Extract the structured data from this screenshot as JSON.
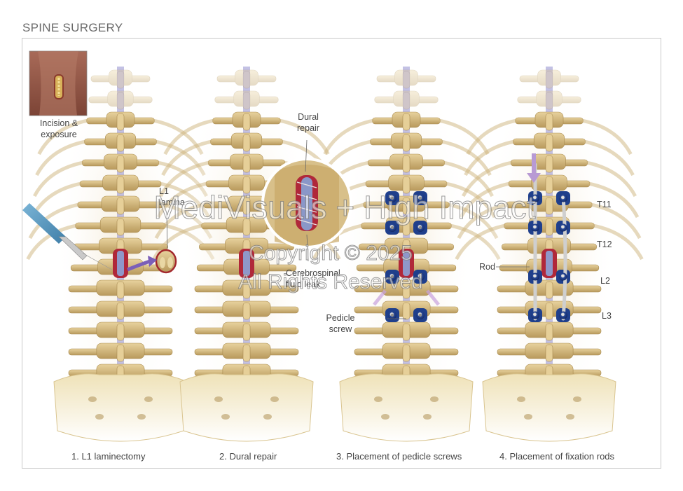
{
  "title": "SPINE SURGERY",
  "inset": {
    "label_line1": "Incision &",
    "label_line2": "exposure"
  },
  "panels": [
    {
      "caption": "1. L1 laminectomy"
    },
    {
      "caption": "2. Dural repair"
    },
    {
      "caption": "3. Placement of pedicle screws"
    },
    {
      "caption": "4. Placement of fixation rods"
    }
  ],
  "labels": {
    "l1_lamina_line1": "L1",
    "l1_lamina_line2": "lamina",
    "dural_repair_line1": "Dural",
    "dural_repair_line2": "repair",
    "csf_leak_line1": "Cerebrospinal",
    "csf_leak_line2": "fluid leak",
    "pedicle_screw_line1": "Pedicle",
    "pedicle_screw_line2": "screw",
    "rod": "Rod",
    "levels": [
      "T11",
      "T12",
      "L2",
      "L3"
    ]
  },
  "watermark": {
    "line1": "MediVisuals + High Impact",
    "line2": "Copyright © 2025",
    "line3": "All Rights Reserved"
  },
  "colors": {
    "bone": "#d9bf86",
    "bone_shadow": "#a88a4e",
    "screw": "#1f3f8c",
    "dura": "#b0283a",
    "arrow": "#7b5fb8"
  }
}
